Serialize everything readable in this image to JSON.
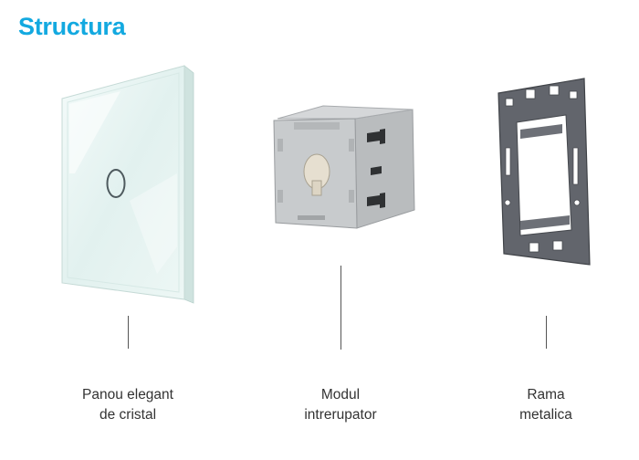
{
  "title": "Structura",
  "components": [
    {
      "id": "glass-panel",
      "icon": "glass-touch-panel-image",
      "lines": [
        "Panou elegant",
        "de cristal"
      ]
    },
    {
      "id": "switch-module",
      "icon": "switch-module-image",
      "lines": [
        "Modul",
        "intrerupator"
      ]
    },
    {
      "id": "metal-frame",
      "icon": "metal-frame-image",
      "lines": [
        "Rama",
        "metalica"
      ]
    }
  ],
  "colors": {
    "title": "#13a9e0",
    "text": "#333333",
    "glass": "#e6f3f1",
    "module": "#c7cacc",
    "frame": "#5c5f66"
  }
}
